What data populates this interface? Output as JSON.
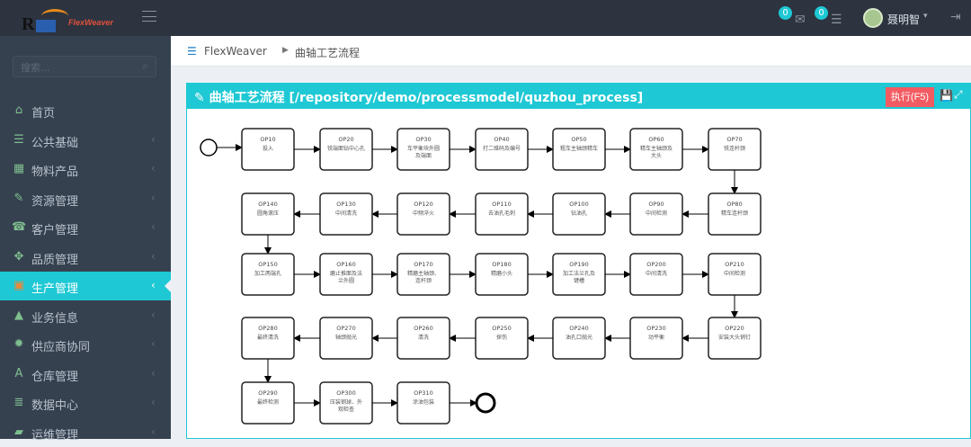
{
  "header": {
    "logo_text": "FlexWeaver",
    "notifications": [
      {
        "icon": "envelope-icon",
        "count": "0"
      },
      {
        "icon": "tasks-icon",
        "count": "0"
      }
    ],
    "user": "聂明智"
  },
  "sidebar": {
    "search_placeholder": "搜索...",
    "items": [
      {
        "label": "首页",
        "icon": "home-icon",
        "glyph": "⌂",
        "arrow": false
      },
      {
        "label": "公共基础",
        "icon": "layers-icon",
        "glyph": "☰",
        "arrow": true
      },
      {
        "label": "物料产品",
        "icon": "grid-icon",
        "glyph": "▦",
        "arrow": true
      },
      {
        "label": "资源管理",
        "icon": "wrench-icon",
        "glyph": "✎",
        "arrow": true
      },
      {
        "label": "客户管理",
        "icon": "phone-icon",
        "glyph": "☎",
        "arrow": true
      },
      {
        "label": "品质管理",
        "icon": "diamond-icon",
        "glyph": "✥",
        "arrow": true
      },
      {
        "label": "生产管理",
        "icon": "inbox-icon",
        "glyph": "▣",
        "arrow": true,
        "active": true
      },
      {
        "label": "业务信息",
        "icon": "lock-icon",
        "glyph": "▲",
        "arrow": true
      },
      {
        "label": "供应商协同",
        "icon": "cog-icon",
        "glyph": "✹",
        "arrow": true
      },
      {
        "label": "仓库管理",
        "icon": "road-icon",
        "glyph": "A",
        "arrow": true
      },
      {
        "label": "数据中心",
        "icon": "list-icon",
        "glyph": "≣",
        "arrow": true
      },
      {
        "label": "运维管理",
        "icon": "folder-icon",
        "glyph": "▰",
        "arrow": true
      }
    ]
  },
  "breadcrumb": {
    "root": "FlexWeaver",
    "current": "曲轴工艺流程"
  },
  "panel": {
    "title": "曲轴工艺流程 [/repository/demo/processmodel/quzhou_process]",
    "execute_label": "执行(F5)"
  },
  "process_steps": [
    {
      "op": "OP10",
      "name": "投入"
    },
    {
      "op": "OP20",
      "name": "铣端面钻中心孔"
    },
    {
      "op": "OP30",
      "name": "车平衡块外圆及端面"
    },
    {
      "op": "OP40",
      "name": "打二维码及编号"
    },
    {
      "op": "OP50",
      "name": "粗车主轴颈精车"
    },
    {
      "op": "OP60",
      "name": "精车主轴颈及大头"
    },
    {
      "op": "OP70",
      "name": "铣连杆颈"
    },
    {
      "op": "OP80",
      "name": "精车连杆颈"
    },
    {
      "op": "OP90",
      "name": "中间检测"
    },
    {
      "op": "OP100",
      "name": "钻油孔"
    },
    {
      "op": "OP110",
      "name": "去油孔毛刺"
    },
    {
      "op": "OP120",
      "name": "中频淬火"
    },
    {
      "op": "OP130",
      "name": "中间清洗"
    },
    {
      "op": "OP140",
      "name": "圆角滚压"
    },
    {
      "op": "OP150",
      "name": "加工两端孔"
    },
    {
      "op": "OP160",
      "name": "磨止推面及法兰外圆"
    },
    {
      "op": "OP170",
      "name": "精磨主轴颈、连杆颈"
    },
    {
      "op": "OP180",
      "name": "精磨小头"
    },
    {
      "op": "OP190",
      "name": "加工法兰孔及键槽"
    },
    {
      "op": "OP200",
      "name": "中间清洗"
    },
    {
      "op": "OP210",
      "name": "中间检测"
    },
    {
      "op": "OP220",
      "name": "安装大头销钉"
    },
    {
      "op": "OP230",
      "name": "动平衡"
    },
    {
      "op": "OP240",
      "name": "油孔口抛光"
    },
    {
      "op": "OP250",
      "name": "探伤"
    },
    {
      "op": "OP260",
      "name": "清洗"
    },
    {
      "op": "OP270",
      "name": "轴颈抛光"
    },
    {
      "op": "OP280",
      "name": "最终清洗"
    },
    {
      "op": "OP290",
      "name": "最终检测"
    },
    {
      "op": "OP300",
      "name": "压装钢球、外观检查"
    },
    {
      "op": "OP310",
      "name": "涂油包装"
    }
  ]
}
